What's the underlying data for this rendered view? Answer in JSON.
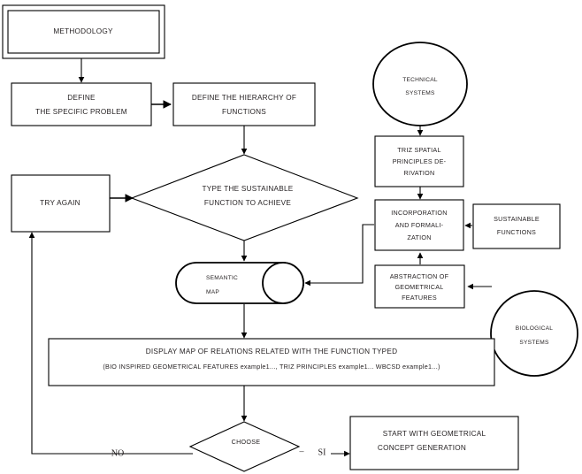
{
  "diagram": {
    "title": "METHODOLOGY",
    "type": "flowchart",
    "background_color": "#ffffff",
    "line_color": "#000000",
    "text_color": "#231f20"
  },
  "nodes": {
    "methodology": {
      "label": "METHODOLOGY",
      "shape": "double-rectangle"
    },
    "define_problem": {
      "line1": "DEFINE",
      "line2": "THE SPECIFIC PROBLEM",
      "shape": "rectangle"
    },
    "define_hierarchy": {
      "line1": "DEFINE THE HIERARCHY OF",
      "line2": "FUNCTIONS",
      "shape": "rectangle"
    },
    "technical_systems": {
      "line1": "TECHNICAL",
      "line2": "SYSTEMS",
      "shape": "circle"
    },
    "triz_spatial": {
      "line1": "TRIZ SPATIAL",
      "line2": "PRINCIPLES DE-",
      "line3": "RIVATION",
      "shape": "rectangle"
    },
    "incorporation": {
      "line1": "INCORPORATION",
      "line2": "AND FORMALI-",
      "line3": "ZATION",
      "shape": "rectangle"
    },
    "sustainable_functions": {
      "line1": "SUSTAINABLE",
      "line2": "FUNCTIONS",
      "shape": "rectangle"
    },
    "abstraction": {
      "line1": "ABSTRACTION OF",
      "line2": "GEOMETRICAL",
      "line3": "FEATURES",
      "shape": "rectangle"
    },
    "biological_systems": {
      "line1": "BIOLOGICAL",
      "line2": "SYSTEMS",
      "shape": "circle"
    },
    "type_function": {
      "line1": "TYPE THE SUSTAINABLE",
      "line2": "FUNCTION TO ACHIEVE",
      "shape": "diamond"
    },
    "try_again": {
      "label": "TRY AGAIN",
      "shape": "rectangle"
    },
    "semantic_map": {
      "line1": "SEMANTIC",
      "line2": "MAP",
      "shape": "cylinder"
    },
    "display_map": {
      "line1": "DISPLAY MAP OF RELATIONS RELATED WITH THE FUNCTION TYPED",
      "line2": "(BIO INSPIRED GEOMETRICAL FEATURES example1..., TRIZ PRINCIPLES example1... WBCSD example1...)",
      "shape": "rectangle"
    },
    "choose": {
      "label": "CHOOSE",
      "shape": "diamond"
    },
    "start_generation": {
      "line1": "START     WITH     GEOMETRICAL",
      "line2": "CONCEPT GENERATION",
      "shape": "rectangle"
    }
  },
  "edge_labels": {
    "no": "NO",
    "si": "SI",
    "dash": "–"
  }
}
